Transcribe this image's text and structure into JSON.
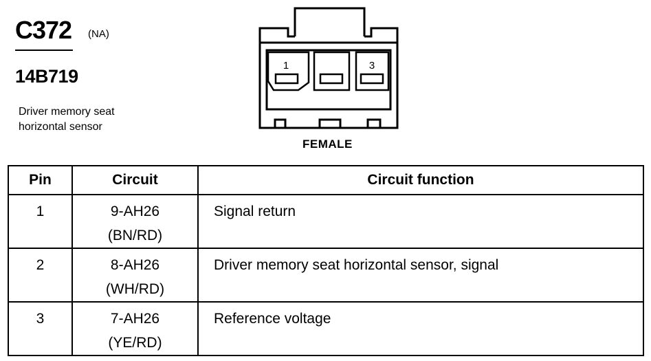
{
  "header": {
    "connector_id": "C372",
    "connector_note": "(NA)",
    "part_number": "14B719",
    "description_line1": "Driver memory seat",
    "description_line2": "horizontal sensor"
  },
  "connector": {
    "gender": "FEMALE",
    "cavity_labels": [
      "1",
      "3"
    ]
  },
  "table": {
    "headers": [
      "Pin",
      "Circuit",
      "Circuit function"
    ],
    "rows": [
      {
        "pin": "1",
        "circuit": "9-AH26",
        "color": "(BN/RD)",
        "function": "Signal return"
      },
      {
        "pin": "2",
        "circuit": "8-AH26",
        "color": "(WH/RD)",
        "function": "Driver memory seat horizontal sensor, signal"
      },
      {
        "pin": "3",
        "circuit": "7-AH26",
        "color": "(YE/RD)",
        "function": "Reference voltage"
      }
    ]
  }
}
